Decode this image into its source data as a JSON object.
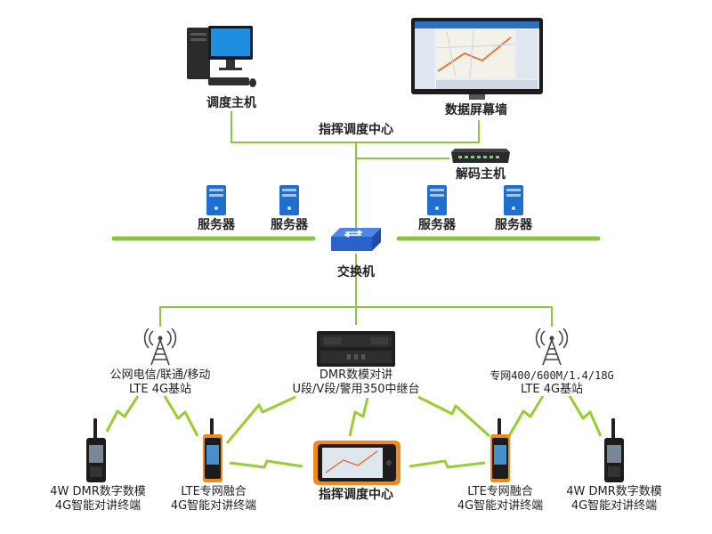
{
  "labels": {
    "dispatch_host": "调度主机",
    "data_wall": "数据屏幕墙",
    "command_center_top": "指挥调度中心",
    "decoder_host": "解码主机",
    "server": "服务器",
    "switch": "交换机",
    "public_bs_line1": "公网电信/联通/移动",
    "public_bs_line2": "LTE 4G基站",
    "dmr_line1": "DMR数模对讲",
    "dmr_line2": "U段/V段/警用350中继台",
    "private_bs_line1": "专网400/600M/1.4/18G",
    "private_bs_line2": "LTE 4G基站",
    "term_dmr_line1": "4W DMR数字数模",
    "term_dmr_line2": "4G智能对讲终端",
    "term_lte_line1": "LTE专网融合",
    "term_lte_line2": "4G智能对讲终端",
    "command_center_bottom": "指挥调度中心"
  },
  "colors": {
    "green_line": "#8cc63f",
    "lightning": "#9acd32",
    "server_blue": "#1e6fd0",
    "switch_blue": "#2a62c9"
  }
}
